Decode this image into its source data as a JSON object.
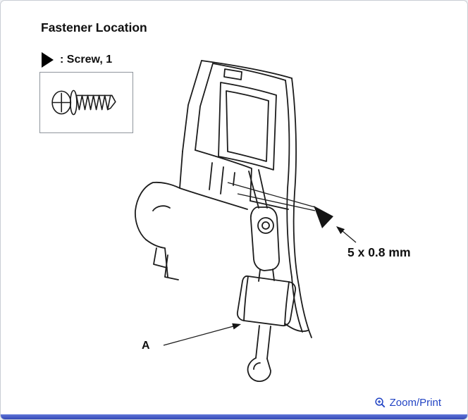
{
  "header": {
    "title": "Fastener Location"
  },
  "legend": {
    "label": ": Screw, 1"
  },
  "diagram": {
    "dimension_label": "5 x 0.8 mm",
    "part_label": "A"
  },
  "footer": {
    "zoom_print_label": "Zoom/Print"
  },
  "icons": {
    "screw_marker": "filled-right-triangle",
    "zoom": "magnifier-plus"
  },
  "colors": {
    "link_blue": "#2244c4",
    "line_black": "#1c1c1c",
    "page_border": "#c9cdd4",
    "bottom_bar_blue": "#3348b6"
  }
}
